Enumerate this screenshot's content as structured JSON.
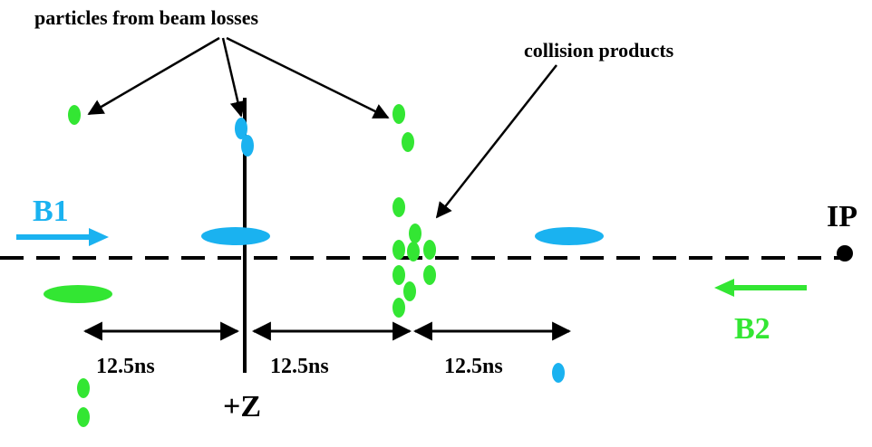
{
  "labels": {
    "beam_losses": "particles from beam losses",
    "collision_products": "collision products",
    "b1": "B1",
    "b2": "B2",
    "ip": "IP",
    "z_axis": "+Z",
    "interval_1": "12.5ns",
    "interval_2": "12.5ns",
    "interval_3": "12.5ns"
  },
  "colors": {
    "beam1": "#1ab2f0",
    "beam2": "#33e633",
    "line": "#000000"
  }
}
